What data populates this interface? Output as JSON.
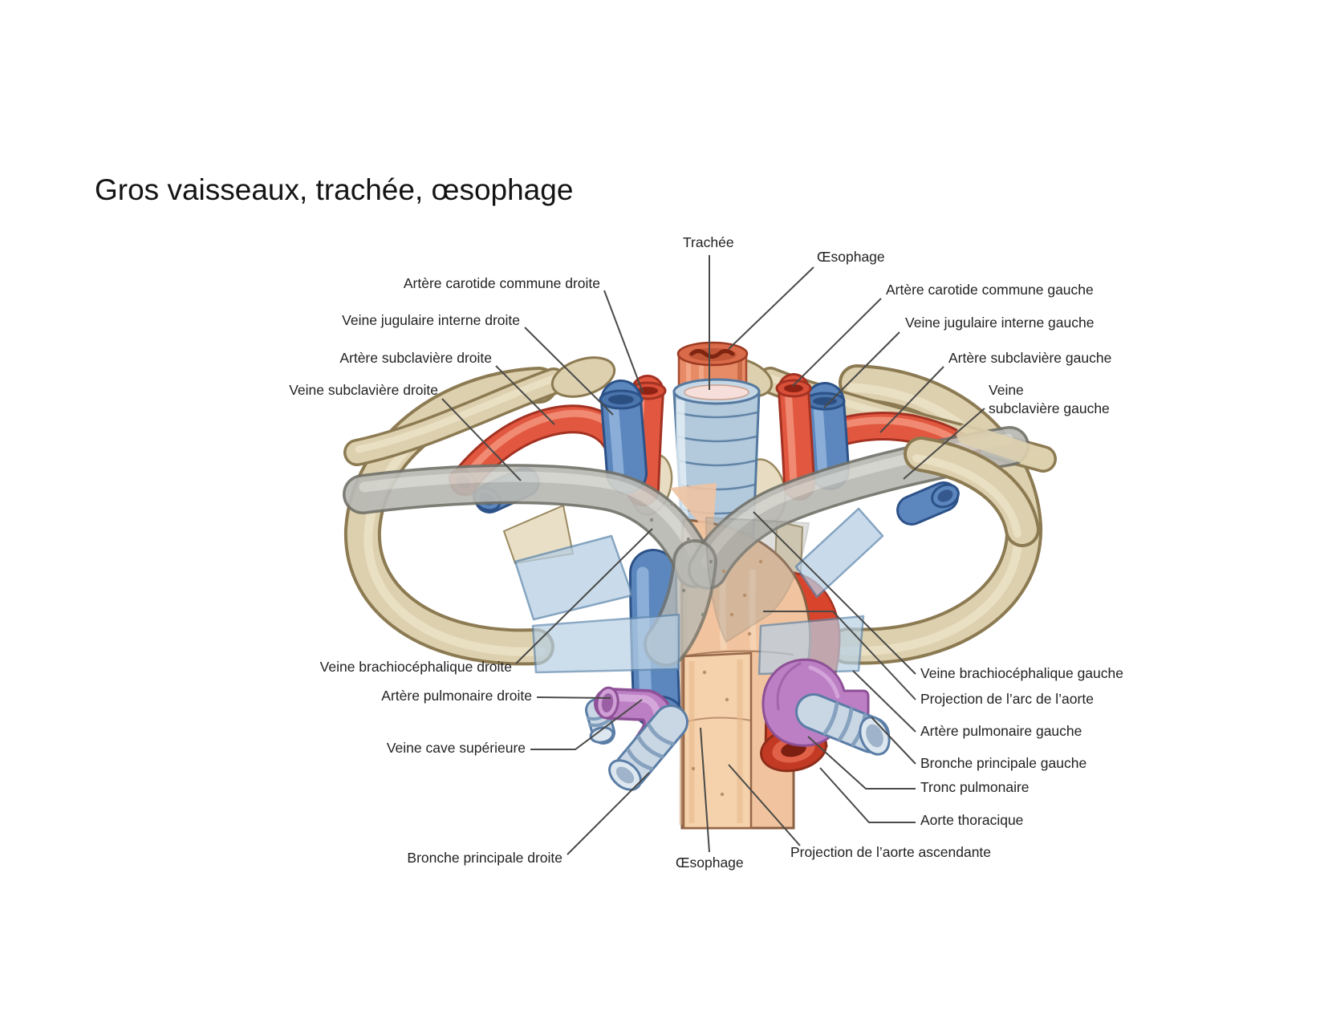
{
  "title": "Gros vaisseaux, trachée, œsophage",
  "labels": {
    "trachee": "Trachée",
    "oesophage_haut": "Œsophage",
    "artere_carotide_commune_droite": "Artère carotide commune droite",
    "veine_jugulaire_interne_droite": "Veine jugulaire interne droite",
    "artere_subclaviere_droite": "Artère subclavière droite",
    "veine_subclaviere_droite": "Veine subclavière droite",
    "artere_carotide_commune_gauche": "Artère carotide commune gauche",
    "veine_jugulaire_interne_gauche": "Veine jugulaire interne gauche",
    "artere_subclaviere_gauche": "Artère subclavière gauche",
    "veine_subclaviere_gauche_l1": "Veine",
    "veine_subclaviere_gauche_l2": "subclavière gauche",
    "veine_brachiocephalique_droite": "Veine brachiocéphalique droite",
    "artere_pulmonaire_droite": "Artère pulmonaire droite",
    "veine_cave_superieure": "Veine cave supérieure",
    "bronche_principale_droite": "Bronche principale droite",
    "oesophage_bas": "Œsophage",
    "projection_aorte_ascendante": "Projection de l’aorte ascendante",
    "veine_brachiocephalique_gauche": "Veine brachiocéphalique gauche",
    "projection_arc_aorte": "Projection de l’arc de l’aorte",
    "artere_pulmonaire_gauche": "Artère pulmonaire gauche",
    "bronche_principale_gauche": "Bronche principale gauche",
    "tronc_pulmonaire": "Tronc pulmonaire",
    "aorte_thoracique": "Aorte thoracique"
  },
  "colors": {
    "artery_red": "#e2573f",
    "vein_blue": "#5c87be",
    "bone_tan": "#ddd0ae",
    "cartilage_blue": "#b7cfe4",
    "vein_gray": "#b9b9b4",
    "pulmonary_purple": "#bc7fc4",
    "aorta_tan": "#f1c49f",
    "esophagus_salmon": "#e78b66",
    "trachea_blue": "#b3c9dc",
    "label_text": "#222222",
    "leader_line": "#4a4a48",
    "background": "#ffffff"
  }
}
